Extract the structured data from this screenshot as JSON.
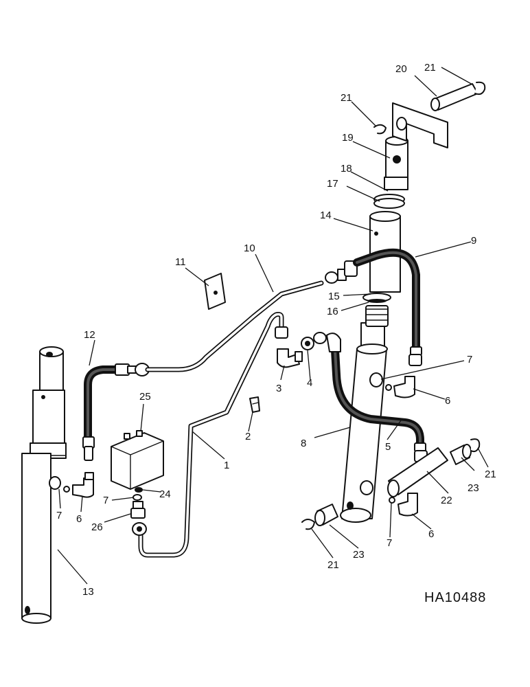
{
  "drawing_code": "HA10488",
  "callouts": {
    "c1": "1",
    "c2": "2",
    "c3": "3",
    "c4": "4",
    "c5": "5",
    "c6a": "6",
    "c6b": "6",
    "c6c": "6",
    "c7a": "7",
    "c7b": "7",
    "c7c": "7",
    "c7d": "7",
    "c8": "8",
    "c9": "9",
    "c10": "10",
    "c11": "11",
    "c12": "12",
    "c13": "13",
    "c14": "14",
    "c15": "15",
    "c16": "16",
    "c17": "17",
    "c18": "18",
    "c19": "19",
    "c20": "20",
    "c21a": "21",
    "c21b": "21",
    "c21c": "21",
    "c21d": "21",
    "c22": "22",
    "c23a": "23",
    "c23b": "23",
    "c24": "24",
    "c25": "25",
    "c26": "26"
  }
}
